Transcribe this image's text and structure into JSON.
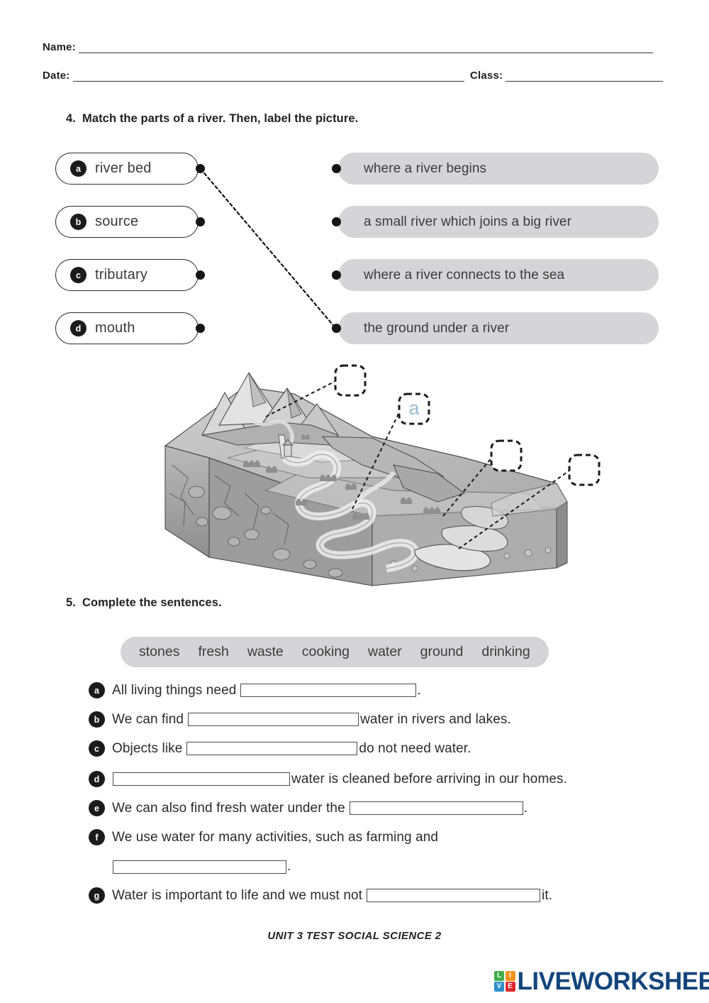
{
  "header": {
    "name_label": "Name:",
    "date_label": "Date:",
    "class_label": "Class:"
  },
  "exercise4": {
    "number": "4.",
    "title": "Match the parts of a river. Then, label the picture.",
    "left_items": [
      {
        "letter": "a",
        "label": "river bed"
      },
      {
        "letter": "b",
        "label": "source"
      },
      {
        "letter": "c",
        "label": "tributary"
      },
      {
        "letter": "d",
        "label": "mouth"
      }
    ],
    "right_items": [
      {
        "label": "where a river begins"
      },
      {
        "label": "a small river which joins a big river"
      },
      {
        "label": "where a river connects to the sea"
      },
      {
        "label": "the ground under a river"
      }
    ],
    "diagram": {
      "filled_label": "a",
      "empty_labels": [
        "",
        "",
        ""
      ]
    }
  },
  "exercise5": {
    "number": "5.",
    "title": "Complete the sentences.",
    "word_bank": [
      "stones",
      "fresh",
      "waste",
      "cooking",
      "water",
      "ground",
      "drinking"
    ],
    "sentences": [
      {
        "letter": "a",
        "before": "All living things need",
        "after": ".",
        "blank_width": 248
      },
      {
        "letter": "b",
        "before": "We can find",
        "after": "water in rivers and lakes.",
        "blank_width": 241
      },
      {
        "letter": "c",
        "before": "Objects like",
        "after": "do not need water.",
        "blank_width": 241
      },
      {
        "letter": "d",
        "before": "",
        "after": "water is cleaned before arriving in our homes.",
        "blank_width": 250
      },
      {
        "letter": "e",
        "before": "We can also find fresh water under the",
        "after": ".",
        "blank_width": 245
      },
      {
        "letter": "f",
        "before": "We use water for many activities, such as farming and",
        "after": ".",
        "blank_width": 245
      },
      {
        "letter": "g",
        "before": "Water is important to life and we must not",
        "after": "it.",
        "blank_width": 245
      }
    ]
  },
  "footer": {
    "title": "UNIT 3 TEST SOCIAL SCIENCE 2",
    "logo": {
      "tiles": [
        {
          "letter": "L",
          "color": "#3fae49"
        },
        {
          "letter": "I",
          "color": "#f6921e"
        },
        {
          "letter": "V",
          "color": "#2b8fc9"
        },
        {
          "letter": "E",
          "color": "#e1262d"
        }
      ],
      "word": "LIVEWORKSHEETS",
      "word_color": "#13457c"
    }
  }
}
